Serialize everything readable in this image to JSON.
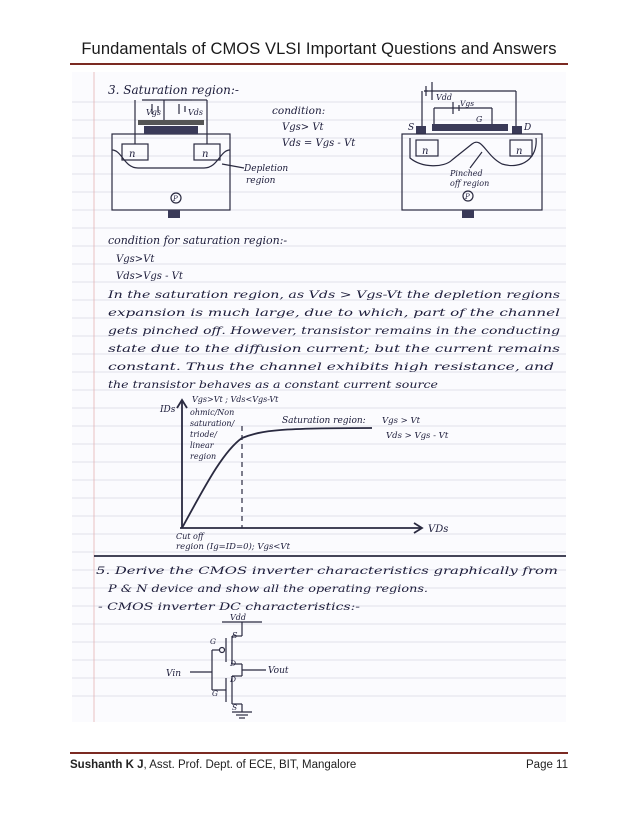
{
  "header": {
    "title": "Fundamentals of CMOS VLSI Important Questions and Answers"
  },
  "footer": {
    "author": "Sushanth K J",
    "affiliation": ", Asst. Prof. Dept. of ECE, BIT, Mangalore",
    "page": "Page 11"
  },
  "notes": {
    "q3_heading": "3. Saturation region:-",
    "vgs": "Vgs",
    "vds": "Vds",
    "vdd": "Vdd",
    "s": "S",
    "d": "D",
    "g": "G",
    "n": "n",
    "p": "P",
    "condition_head": "condition:",
    "cond_1": "Vgs> Vt",
    "cond_2": "Vds = Vgs - Vt",
    "depletion_1": "Depletion",
    "depletion_2": "region",
    "pinched_1": "Pinched",
    "pinched_2": "off region",
    "cond_sat": "condition for saturation region:-",
    "cs_1": "Vgs>Vt",
    "cs_2": "Vds>Vgs - Vt",
    "para_1": "In the saturation region, as Vds > Vgs-Vt the depletion regions",
    "para_2": "expansion is much large, due to which, part of the channel",
    "para_3": "gets pinched off. However, transistor remains in the conducting",
    "para_4": "state due to the diffusion current; but the current remains",
    "para_5": "constant. Thus the channel exhibits high resistance, and",
    "para_6": "the transistor behaves as a constant current source",
    "graph_ids": "IDs",
    "graph_cond_top": "Vgs>Vt ; Vds<Vgs-Vt",
    "ohmic_1": "ohmic/Non",
    "ohmic_2": "saturation/",
    "ohmic_3": "triode/",
    "ohmic_4": "linear",
    "ohmic_5": "region",
    "sat_label": "Saturation region:",
    "sat_c1": "Vgs > Vt",
    "sat_c2": "Vds > Vgs - Vt",
    "xaxis": "VDs",
    "cutoff_1": "Cut off",
    "cutoff_2": "region (Ig=ID=0); Vgs<Vt",
    "q5_1": "5. Derive the CMOS inverter characteristics graphically from",
    "q5_2": "P & N device and show all the operating regions.",
    "q5_3": "- CMOS inverter DC characteristics:-",
    "vin": "Vin",
    "vout": "Vout"
  }
}
